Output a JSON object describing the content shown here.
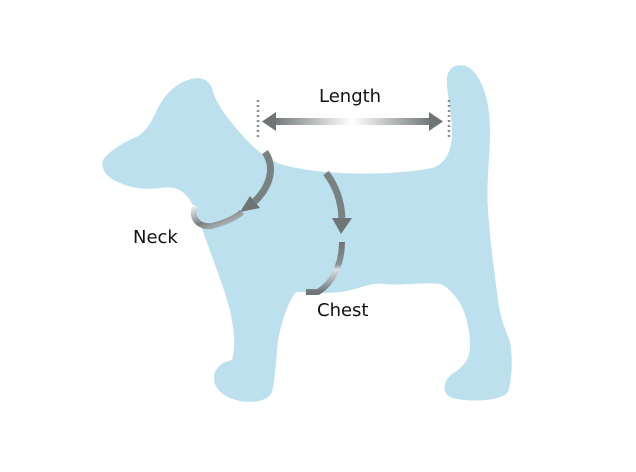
{
  "diagram": {
    "labels": {
      "length": "Length",
      "neck": "Neck",
      "chest": "Chest"
    },
    "colors": {
      "dog": "#bde0ef",
      "arrow": "#7a8183",
      "text": "#111111"
    }
  }
}
